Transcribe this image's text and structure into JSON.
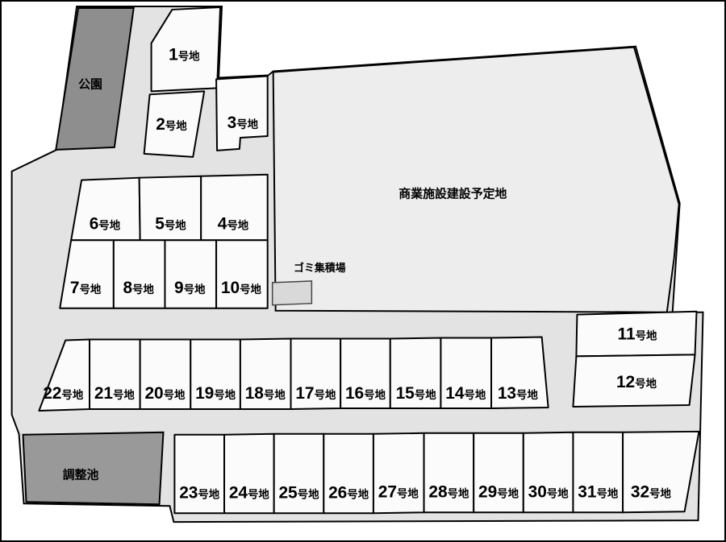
{
  "map": {
    "lot_suffix": "号地",
    "areas": {
      "park": "公園",
      "commercial": "商業施設建設予定地",
      "garbage": "ゴミ集積場",
      "pond": "調整池"
    },
    "colors": {
      "road": "#e3e3e3",
      "commercial": "#ededed",
      "park": "#8e8e8e",
      "pond": "#999999",
      "lot": "#fbfbfb",
      "outline": "#000000"
    },
    "lots": [
      {
        "num": "1"
      },
      {
        "num": "2"
      },
      {
        "num": "3"
      },
      {
        "num": "4"
      },
      {
        "num": "5"
      },
      {
        "num": "6"
      },
      {
        "num": "7"
      },
      {
        "num": "8"
      },
      {
        "num": "9"
      },
      {
        "num": "10"
      },
      {
        "num": "11"
      },
      {
        "num": "12"
      },
      {
        "num": "13"
      },
      {
        "num": "14"
      },
      {
        "num": "15"
      },
      {
        "num": "16"
      },
      {
        "num": "17"
      },
      {
        "num": "18"
      },
      {
        "num": "19"
      },
      {
        "num": "20"
      },
      {
        "num": "21"
      },
      {
        "num": "22"
      },
      {
        "num": "23"
      },
      {
        "num": "24"
      },
      {
        "num": "25"
      },
      {
        "num": "26"
      },
      {
        "num": "27"
      },
      {
        "num": "28"
      },
      {
        "num": "29"
      },
      {
        "num": "30"
      },
      {
        "num": "31"
      },
      {
        "num": "32"
      }
    ]
  }
}
